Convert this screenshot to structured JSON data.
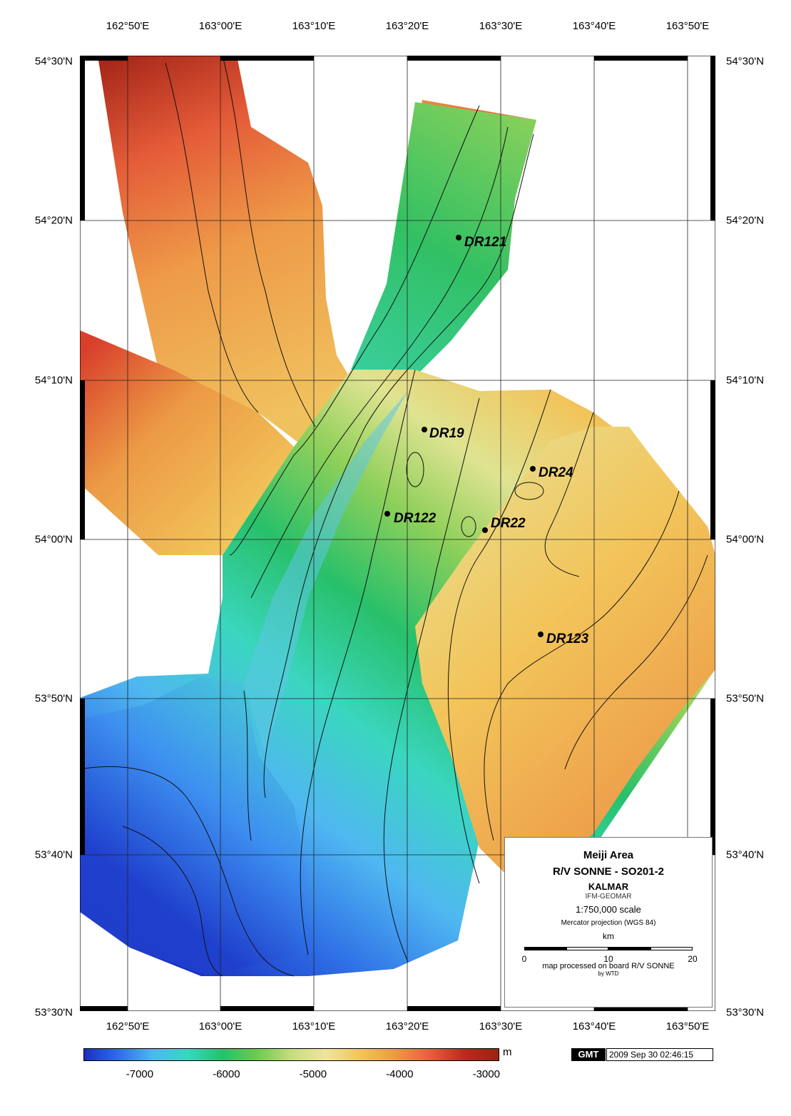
{
  "longitude_labels": [
    "162°50'E",
    "163°00'E",
    "163°10'E",
    "163°20'E",
    "163°30'E",
    "163°40'E",
    "163°50'E"
  ],
  "latitude_labels": [
    "54°30'N",
    "54°20'N",
    "54°10'N",
    "54°00'N",
    "53°50'N",
    "53°40'N",
    "53°30'N"
  ],
  "sites": [
    {
      "name": "DR121"
    },
    {
      "name": "DR19"
    },
    {
      "name": "DR24"
    },
    {
      "name": "DR122"
    },
    {
      "name": "DR22"
    },
    {
      "name": "DR123"
    }
  ],
  "legend": {
    "title": "Meiji Area",
    "ship": "R/V SONNE -  SO201-2",
    "project": "KALMAR",
    "institute": "IFM-GEOMAR",
    "scale": "1:750,000 scale",
    "projection": "Mercator projection (WGS 84)",
    "scale_unit": "km",
    "scale_ticks": [
      "0",
      "10",
      "20"
    ],
    "credit": "map processed on board R/V SONNE",
    "author": "by WTD"
  },
  "colorbar": {
    "unit": "m",
    "ticks": [
      "-7000",
      "-6000",
      "-5000",
      "-4000",
      "-3000"
    ],
    "range_m": [
      -7650,
      -2850
    ],
    "colors": [
      "#1a2fc0",
      "#2e6fe6",
      "#4fb7f1",
      "#3ad6c0",
      "#28c06a",
      "#6ccb4e",
      "#c7dd7c",
      "#efe59a",
      "#f2c45a",
      "#ec9a45",
      "#e6603d",
      "#b82c1e",
      "#9a2312"
    ]
  },
  "badge": "GMT",
  "timestamp": "2009 Sep 30 02:46:15"
}
